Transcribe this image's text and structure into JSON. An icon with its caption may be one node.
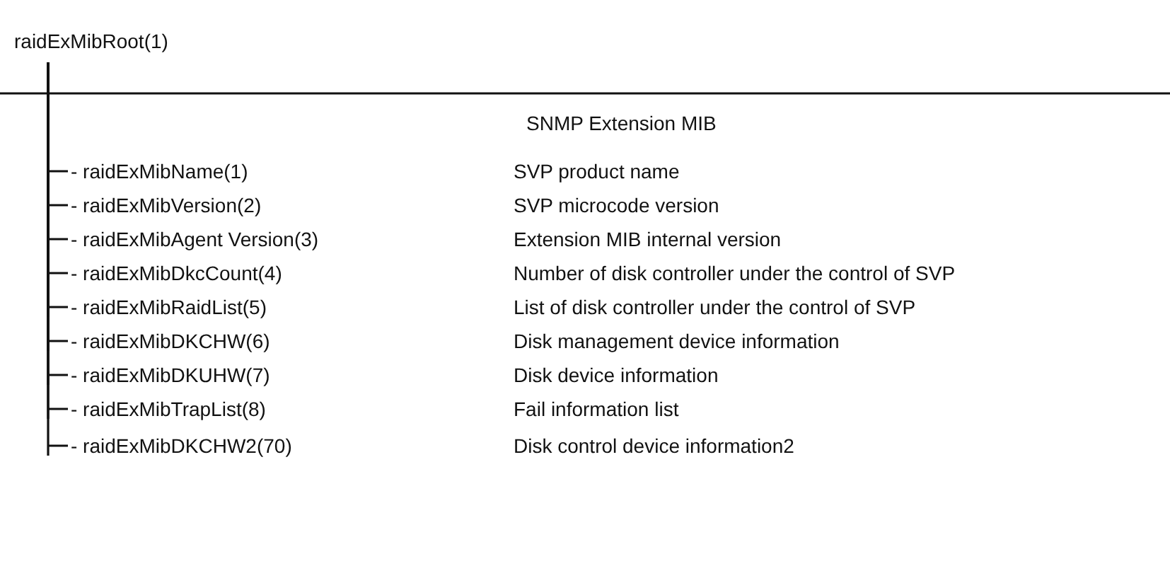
{
  "diagram": {
    "nodes": [
      {
        "text": [
          "raidExMibRoot(1)"
        ]
      },
      {
        "text": [
          "- raidExMibName(1)"
        ]
      },
      {
        "text": [
          "- raidExMibVersion(2)"
        ]
      },
      {
        "text": [
          "- raidExMibAgent Version(3)"
        ]
      },
      {
        "text": [
          "- raidExMibDkcCount(4)"
        ]
      },
      {
        "text": [
          "- raidExMibRaidList(5)"
        ]
      },
      {
        "text": [
          "- raidExMibDKCHW(6)"
        ]
      },
      {
        "text": [
          "- raidExMibDKUHW(7)"
        ]
      },
      {
        "text": [
          "- raidExMibTrapList(8)"
        ]
      },
      {
        "text": [
          "- raidExMibDKCHW2(70)"
        ]
      }
    ],
    "edges": [
      {
        "from": 0,
        "to": 1,
        "arrow": "none"
      },
      {
        "from": 0,
        "to": 2,
        "arrow": "none"
      },
      {
        "from": 0,
        "to": 3,
        "arrow": "none"
      },
      {
        "from": 0,
        "to": 4,
        "arrow": "none"
      },
      {
        "from": 0,
        "to": 5,
        "arrow": "none"
      },
      {
        "from": 0,
        "to": 6,
        "arrow": "none"
      },
      {
        "from": 0,
        "to": 7,
        "arrow": "none"
      },
      {
        "from": 0,
        "to": 8,
        "arrow": "none"
      },
      {
        "from": 0,
        "to": 9,
        "arrow": "none"
      }
    ],
    "labels": [
      "SNMP Extension MIB",
      "SVP product name",
      "SVP microcode version",
      "Extension MIB internal version",
      "Number of disk controller under the control of SVP",
      "List of disk controller under the control of SVP",
      "Disk management device information",
      "Disk device information",
      "Fail information list",
      "Disk control device information2"
    ]
  }
}
